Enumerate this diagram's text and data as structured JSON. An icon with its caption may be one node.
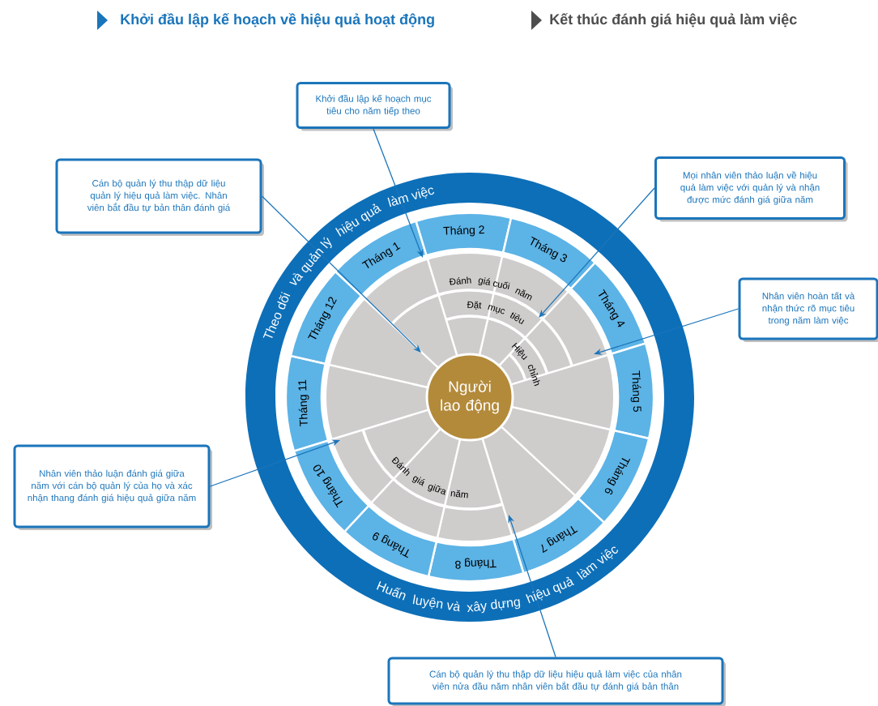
{
  "diagram": {
    "nodes": [
      {
        "text": [],
        "shape": "circle"
      },
      {
        "text": [
          "Tháng 1"
        ],
        "in": 0
      },
      {
        "text": [
          "Tháng 2"
        ],
        "in": 0
      },
      {
        "text": [
          "Tháng 3"
        ],
        "in": 0
      },
      {
        "text": [
          "Tháng 4"
        ],
        "in": 0
      },
      {
        "text": [
          "Tháng 5"
        ],
        "in": 0
      },
      {
        "text": [
          "Tháng 6"
        ],
        "in": 0
      },
      {
        "text": [
          "Tháng 7"
        ],
        "in": 0
      },
      {
        "text": [
          "Tháng 8"
        ],
        "in": 0
      },
      {
        "text": [
          "Tháng 9"
        ],
        "in": 0
      },
      {
        "text": [
          "Tháng 10"
        ],
        "in": 0
      },
      {
        "text": [
          "Tháng 11"
        ],
        "in": 0
      },
      {
        "text": [
          "Tháng 12"
        ],
        "in": 0
      },
      {
        "text": [],
        "shape": "circle",
        "in": 0
      },
      {
        "text": [
          "Người lao động"
        ],
        "in": 13
      },
      {
        "text": [
          "Khởi đầu lập kế hoạch mục tiêu cho năm tiếp theo"
        ]
      },
      {
        "text": [
          "Cán bộ quản lý thu thập dữ liệu quản lý hiệu quả làm việc. Nhân viên bắt đầu tự bản thân đánh giá"
        ]
      },
      {
        "text": [
          "Mọi nhân viên thảo luận về hiệu quả làm việc với quản lý và nhận được mức đánh giá giữa năm"
        ]
      },
      {
        "text": [
          "Nhân viên hoàn tất và nhận thức rõ mục tiêu trong năm làm việc"
        ]
      },
      {
        "text": [
          "Nhân viên thảo luận đánh giá giữa năm với cán bộ quản lý của họ và xác nhận thang đánh giá hiệu quả giữa năm"
        ]
      },
      {
        "text": [
          "Cán bộ quản lý thu thập dữ liệu hiệu quả làm việc của nhân viên nửa đầu năm nhân viên bắt đầu tự đánh giá bản thân"
        ]
      }
    ],
    "edges": [
      {
        "from": 15,
        "to": 13,
        "arrow": "to"
      },
      {
        "from": 16,
        "to": 13,
        "arrow": "to"
      },
      {
        "from": 17,
        "to": 13,
        "arrow": "to"
      },
      {
        "from": 18,
        "to": 13,
        "arrow": "to"
      },
      {
        "from": 19,
        "to": 13,
        "arrow": "to"
      },
      {
        "from": 20,
        "to": 13,
        "arrow": "to"
      }
    ],
    "labels": [
      "Theo dõi và quản lý hiệu quả làm việc",
      "Đánh giá cuối năm",
      "Đặt mục tiêu",
      "Hiệu chỉnh",
      "Đánh giá giữa năm",
      "Huấn luyện và xây dựng hiệu quả làm việc"
    ],
    "legend": [
      {
        "text": "Khởi đầu lập kế hoạch về hiệu quả hoạt động",
        "color": "#1a75bb"
      },
      {
        "text": "Kết thúc đánh giá hiệu quả làm việc",
        "color": "#4d4d4d"
      }
    ]
  }
}
